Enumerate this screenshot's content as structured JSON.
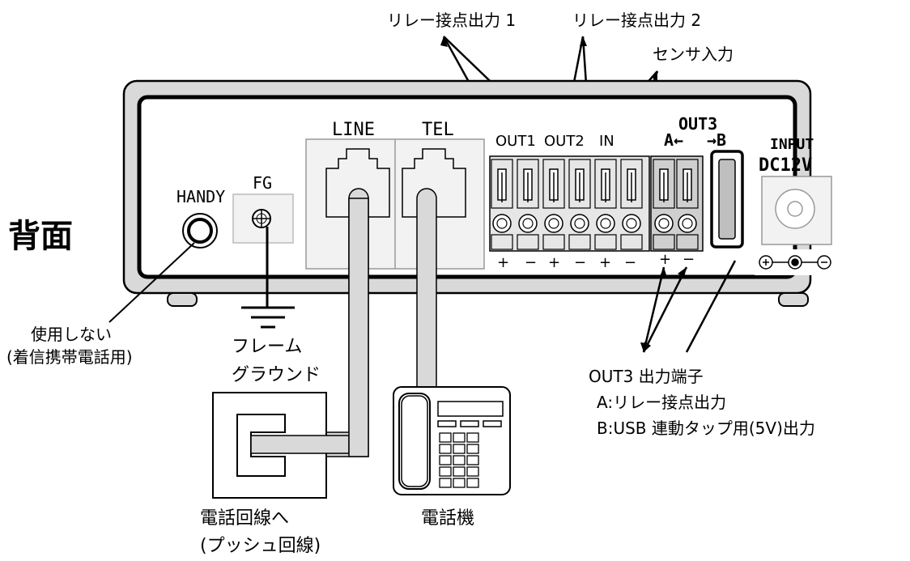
{
  "title": "背面",
  "top_labels": {
    "relay1": "リレー接点出力 1",
    "relay2": "リレー接点出力 2",
    "sensor": "センサ入力"
  },
  "panel": {
    "line": "LINE",
    "tel": "TEL",
    "handy": "HANDY",
    "fg": "FG",
    "out1": "OUT1",
    "out2": "OUT2",
    "in": "IN",
    "out3": "OUT3",
    "out3_a": "A←",
    "out3_b": "→B",
    "input": "INPUT",
    "dc12v": "DC12V",
    "plus": "+",
    "minus": "−",
    "polarity": "⊕─●─⊖"
  },
  "callouts": {
    "handy_line1": "使用しない",
    "handy_line2": "(着信携帯電話用)",
    "fg_line1": "フレーム",
    "fg_line2": "グラウンド",
    "line_dest_1": "電話回線へ",
    "line_dest_2": "(プッシュ回線)",
    "phone": "電話機",
    "out3_title": "OUT3 出力端子",
    "out3_a": "A:リレー接点出力",
    "out3_b": "B:USB 連動タップ用(5V)出力"
  }
}
